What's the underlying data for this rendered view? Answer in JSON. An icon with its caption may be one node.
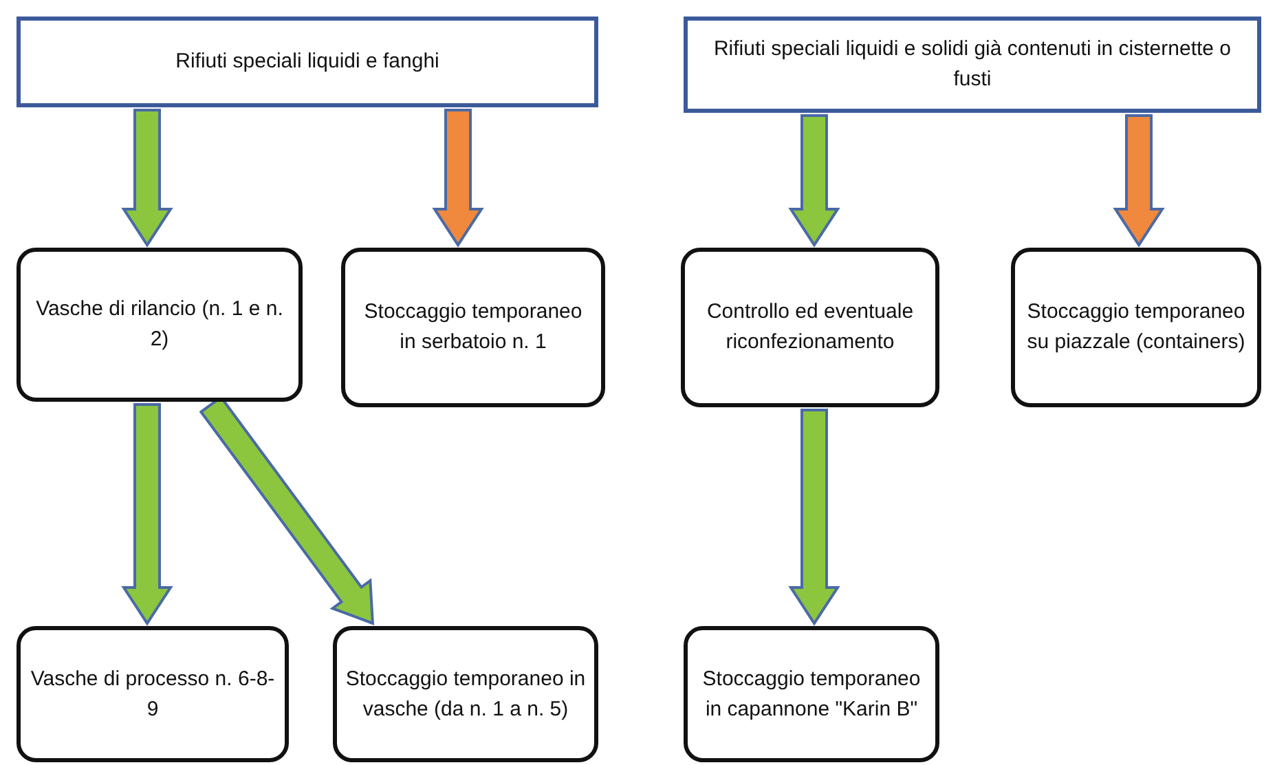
{
  "diagram": {
    "nodes": [
      {
        "text": [
          "Rifiuti speciali liquidi e fanghi"
        ]
      },
      {
        "text": [
          "Rifiuti speciali liquidi e solidi già contenuti in cisternette o fusti"
        ]
      },
      {
        "text": [
          "Vasche di rilancio (n. 1 e n. 2)"
        ]
      },
      {
        "text": [
          "Stoccaggio temporaneo in serbatoio n. 1"
        ]
      },
      {
        "text": [
          "Controllo ed eventuale riconfezionamento"
        ]
      },
      {
        "text": [
          "Stoccaggio temporaneo su piazzale (containers)"
        ]
      },
      {
        "text": [
          "Vasche di processo n. 6-8-9"
        ]
      },
      {
        "text": [
          "Stoccaggio temporaneo in vasche (da n. 1 a n. 5)"
        ]
      },
      {
        "text": [
          "Stoccaggio temporaneo in capannone \"Karin B\""
        ]
      }
    ],
    "edges": [
      {
        "from": 0,
        "to": 2,
        "arrow": "to"
      },
      {
        "from": 0,
        "to": 3,
        "arrow": "to",
        "color": "#f0883e"
      },
      {
        "from": 1,
        "to": 4,
        "arrow": "to"
      },
      {
        "from": 1,
        "to": 5,
        "arrow": "to",
        "color": "#f0883e"
      },
      {
        "from": 2,
        "to": 6,
        "arrow": "to"
      },
      {
        "from": 2,
        "to": 7,
        "arrow": "to"
      },
      {
        "from": 4,
        "to": 8,
        "arrow": "to"
      }
    ]
  }
}
